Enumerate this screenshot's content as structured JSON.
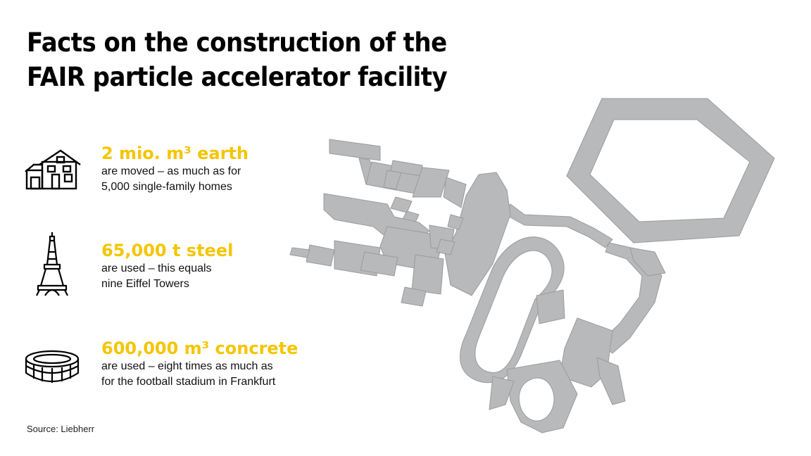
{
  "title": {
    "line1": "Facts on the construction of the",
    "line2": "FAIR particle accelerator facility"
  },
  "facts": [
    {
      "icon": "house-icon",
      "headline": "2 mio. m³ earth",
      "line1": "are moved – as much as for",
      "line2": "5,000 single-family homes"
    },
    {
      "icon": "eiffel-tower-icon",
      "headline": "65,000 t steel",
      "line1": "are used – this equals",
      "line2": "nine Eiffel Towers"
    },
    {
      "icon": "stadium-icon",
      "headline": "600,000 m³ concrete",
      "line1": "are used – eight times as much as",
      "line2": "for the football stadium in Frankfurt"
    }
  ],
  "source": "Source: Liebherr",
  "colors": {
    "accent": "#f5c500",
    "map_fill": "#b8b9bb",
    "map_stroke": "#9a9b9d",
    "text": "#111111"
  }
}
